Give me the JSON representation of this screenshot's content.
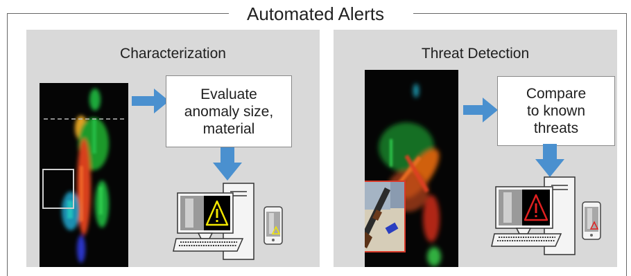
{
  "title": "Automated Alerts",
  "colors": {
    "arrow": "#4a90cf",
    "panel": "#d9d9d9",
    "alert_yellow": "#f2e600",
    "alert_red": "#e02020"
  },
  "panels": [
    {
      "title": "Characterization",
      "box_text": "Evaluate\nanomaly size,\nmaterial",
      "icons": [
        "scan-image",
        "selection-box",
        "dashed-line",
        "arrow-right",
        "arrow-down",
        "desktop-computer",
        "warning-triangle-yellow",
        "smartphone"
      ]
    },
    {
      "title": "Threat Detection",
      "box_text": "Compare\nto known\nthreats",
      "icons": [
        "scan-image",
        "photo-inset-weapon",
        "arrow-right",
        "arrow-down",
        "desktop-computer",
        "warning-triangle-red",
        "smartphone"
      ]
    }
  ]
}
